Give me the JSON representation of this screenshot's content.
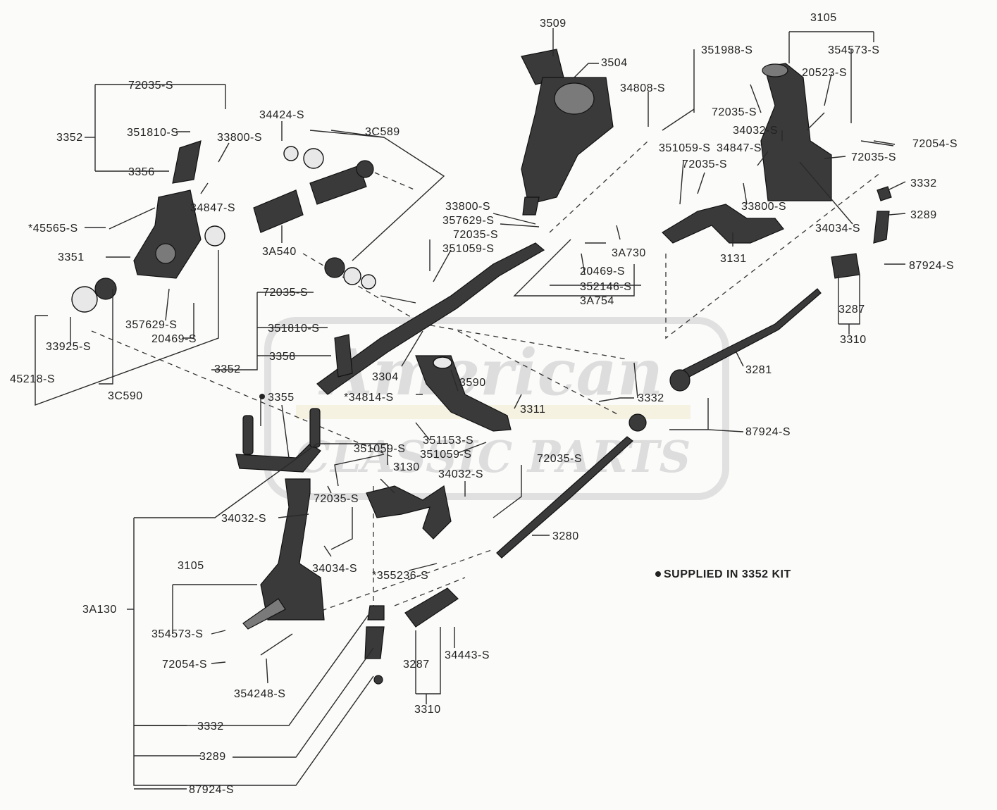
{
  "diagram": {
    "watermark": {
      "line1": "American",
      "line2": "CLASSIC PARTS"
    },
    "note": "SUPPLIED IN 3352 KIT",
    "labels": [
      {
        "id": "3509",
        "text": "3509"
      },
      {
        "id": "3504",
        "text": "3504"
      },
      {
        "id": "3105-top",
        "text": "3105"
      },
      {
        "id": "351988-s",
        "text": "351988-S"
      },
      {
        "id": "354573-s-top",
        "text": "354573-S"
      },
      {
        "id": "20523-s",
        "text": "20523-S"
      },
      {
        "id": "72035-s-a",
        "text": "72035-S"
      },
      {
        "id": "34808-s",
        "text": "34808-S"
      },
      {
        "id": "72035-s-b",
        "text": "72035-S"
      },
      {
        "id": "34032-s-a",
        "text": "34032-S"
      },
      {
        "id": "72054-s-a",
        "text": "72054-S"
      },
      {
        "id": "3352-a",
        "text": "3352"
      },
      {
        "id": "351810-s-a",
        "text": "351810-S"
      },
      {
        "id": "33800-s-a",
        "text": "33800-S"
      },
      {
        "id": "34424-s",
        "text": "34424-S"
      },
      {
        "id": "3c589",
        "text": "3C589"
      },
      {
        "id": "3356",
        "text": "3356"
      },
      {
        "id": "34847-s-a",
        "text": "34847-S"
      },
      {
        "id": "45565-s",
        "text": "*45565-S"
      },
      {
        "id": "3a540",
        "text": "3A540"
      },
      {
        "id": "3351",
        "text": "3351"
      },
      {
        "id": "351059-s-a",
        "text": "351059-S"
      },
      {
        "id": "34847-s-b",
        "text": "34847-S"
      },
      {
        "id": "72035-s-c",
        "text": "72035-S"
      },
      {
        "id": "72035-s-d",
        "text": "72035-S"
      },
      {
        "id": "33800-s-b",
        "text": "33800-S"
      },
      {
        "id": "33800-s-c",
        "text": "33800-S"
      },
      {
        "id": "357629-s-a",
        "text": "357629-S"
      },
      {
        "id": "72035-s-e",
        "text": "72035-S"
      },
      {
        "id": "351059-s-b",
        "text": "351059-S"
      },
      {
        "id": "3a730",
        "text": "3A730"
      },
      {
        "id": "34034-s-a",
        "text": "34034-S"
      },
      {
        "id": "3131",
        "text": "3131"
      },
      {
        "id": "3332-a",
        "text": "3332"
      },
      {
        "id": "3289-a",
        "text": "3289"
      },
      {
        "id": "20469-s-a",
        "text": "20469-S"
      },
      {
        "id": "352146-s",
        "text": "352146-S"
      },
      {
        "id": "3a754",
        "text": "3A754"
      },
      {
        "id": "87924-s-a",
        "text": "87924-S"
      },
      {
        "id": "72035-s-f",
        "text": "72035-S"
      },
      {
        "id": "357629-s-b",
        "text": "357629-S"
      },
      {
        "id": "20469-s-b",
        "text": "20469-S"
      },
      {
        "id": "351810-s-b",
        "text": "351810-S"
      },
      {
        "id": "3287-a",
        "text": "3287"
      },
      {
        "id": "3310-a",
        "text": "3310"
      },
      {
        "id": "33925-s",
        "text": "33925-S"
      },
      {
        "id": "3352-b",
        "text": "3352"
      },
      {
        "id": "3358",
        "text": "3358"
      },
      {
        "id": "3281",
        "text": "3281"
      },
      {
        "id": "45218-s",
        "text": "45218-S"
      },
      {
        "id": "3304",
        "text": "3304"
      },
      {
        "id": "3c590",
        "text": "3C590"
      },
      {
        "id": "3590",
        "text": "3590"
      },
      {
        "id": "3355",
        "text": "3355"
      },
      {
        "id": "34814-s",
        "text": "*34814-S"
      },
      {
        "id": "3332-b",
        "text": "3332"
      },
      {
        "id": "3311",
        "text": "3311"
      },
      {
        "id": "87924-s-b",
        "text": "87924-S"
      },
      {
        "id": "351153-s",
        "text": "351153-S"
      },
      {
        "id": "351059-s-c",
        "text": "351059-S"
      },
      {
        "id": "351059-s-d",
        "text": "351059-S"
      },
      {
        "id": "72035-s-g",
        "text": "72035-S"
      },
      {
        "id": "3130",
        "text": "3130"
      },
      {
        "id": "34032-s-b",
        "text": "34032-S"
      },
      {
        "id": "72035-s-h",
        "text": "72035-S"
      },
      {
        "id": "34032-s-c",
        "text": "34032-S"
      },
      {
        "id": "3280",
        "text": "3280"
      },
      {
        "id": "34034-s-b",
        "text": "34034-S"
      },
      {
        "id": "355236-s",
        "text": "*355236-S"
      },
      {
        "id": "3105-bot",
        "text": "3105"
      },
      {
        "id": "3a130",
        "text": "3A130"
      },
      {
        "id": "354573-s-bot",
        "text": "354573-S"
      },
      {
        "id": "72054-s-b",
        "text": "72054-S"
      },
      {
        "id": "3287-b",
        "text": "3287"
      },
      {
        "id": "34443-s",
        "text": "34443-S"
      },
      {
        "id": "354248-s",
        "text": "354248-S"
      },
      {
        "id": "3310-b",
        "text": "3310"
      },
      {
        "id": "3332-c",
        "text": "3332"
      },
      {
        "id": "3289-b",
        "text": "3289"
      },
      {
        "id": "87924-s-c",
        "text": "87924-S"
      }
    ]
  }
}
